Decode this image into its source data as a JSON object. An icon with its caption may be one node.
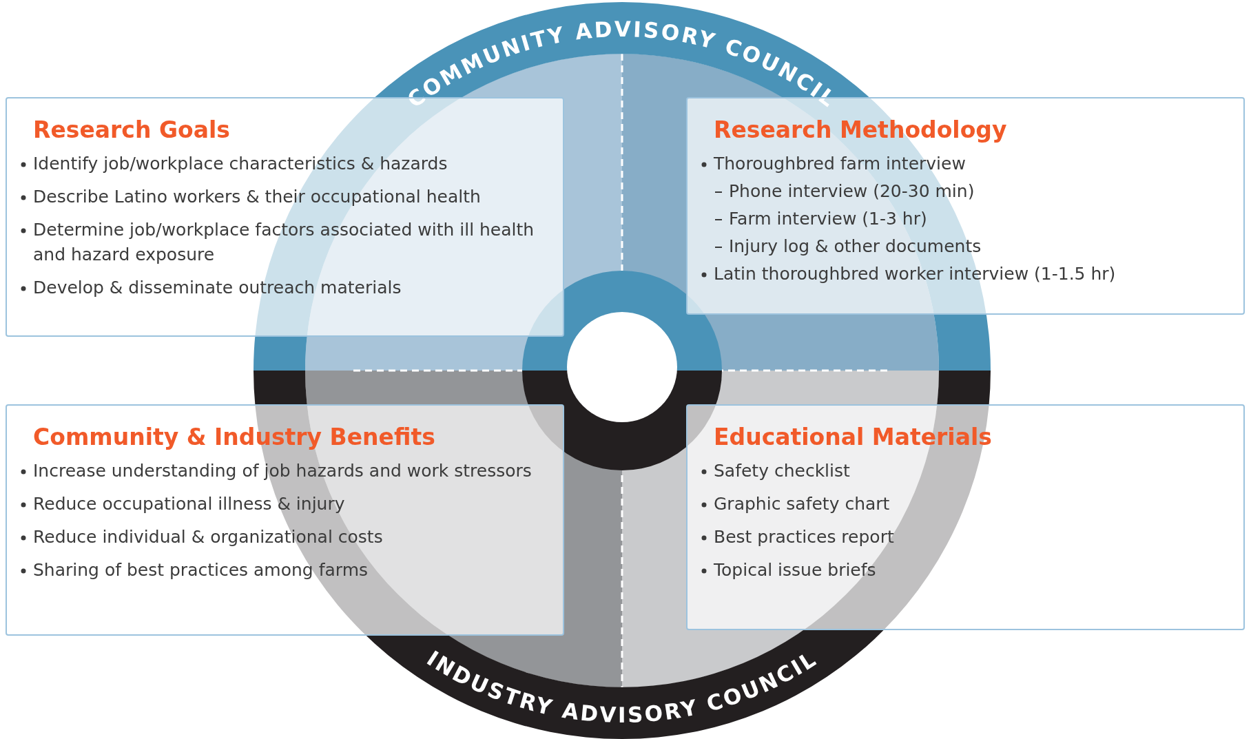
{
  "diagram": {
    "nodes": [
      {
        "text": [
          "COMMUNITY ADVISORY COUNCIL"
        ]
      },
      {
        "text": [
          "INDUSTRY ADVISORY COUNCIL"
        ]
      },
      {
        "text": [
          "Research Goals",
          "Identify job/workplace characteristics & hazards",
          "Describe Latino workers & their occupational health",
          "Determine job/workplace factors associated with ill health and hazard exposure",
          "Develop & disseminate outreach materials"
        ]
      },
      {
        "text": [
          "Research Methodology",
          "Thoroughbred farm interview",
          "Phone interview (20-30 min)",
          "Farm interview (1-3 hr)",
          "Injury log & other documents",
          "Latin thoroughbred worker interview (1-1.5 hr)"
        ]
      },
      {
        "text": [
          "Community & Industry Benefits",
          "Increase understanding of job hazards and work stressors",
          "Reduce occupational illness & injury",
          "Reduce individual & organizational costs",
          "Sharing of best practices among farms"
        ]
      },
      {
        "text": [
          "Educational Materials",
          "Safety checklist",
          "Graphic safety chart",
          "Best practices report",
          "Topical issue briefs"
        ]
      }
    ],
    "edges": []
  }
}
